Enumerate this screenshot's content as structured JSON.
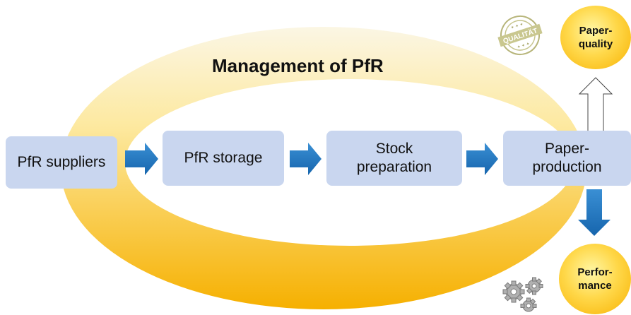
{
  "title": "Management of PfR",
  "nodes": {
    "suppliers": "PfR suppliers",
    "storage": "PfR storage",
    "stock": "Stock\npreparation",
    "production": "Paper-\nproduction"
  },
  "outcomes": {
    "quality": "Paper-\nquality",
    "performance": "Perfor-\nmance"
  },
  "stamp_text": "QUALITÄT",
  "colors": {
    "box_fill": "#c9d6ef",
    "arrow_blue": "#1f77c2",
    "ring_gold": "#f7b100",
    "oval_yellow": "#ffd84a"
  },
  "icons": {
    "quality_stamp": "quality-seal-icon",
    "performance": "gears-icon"
  }
}
